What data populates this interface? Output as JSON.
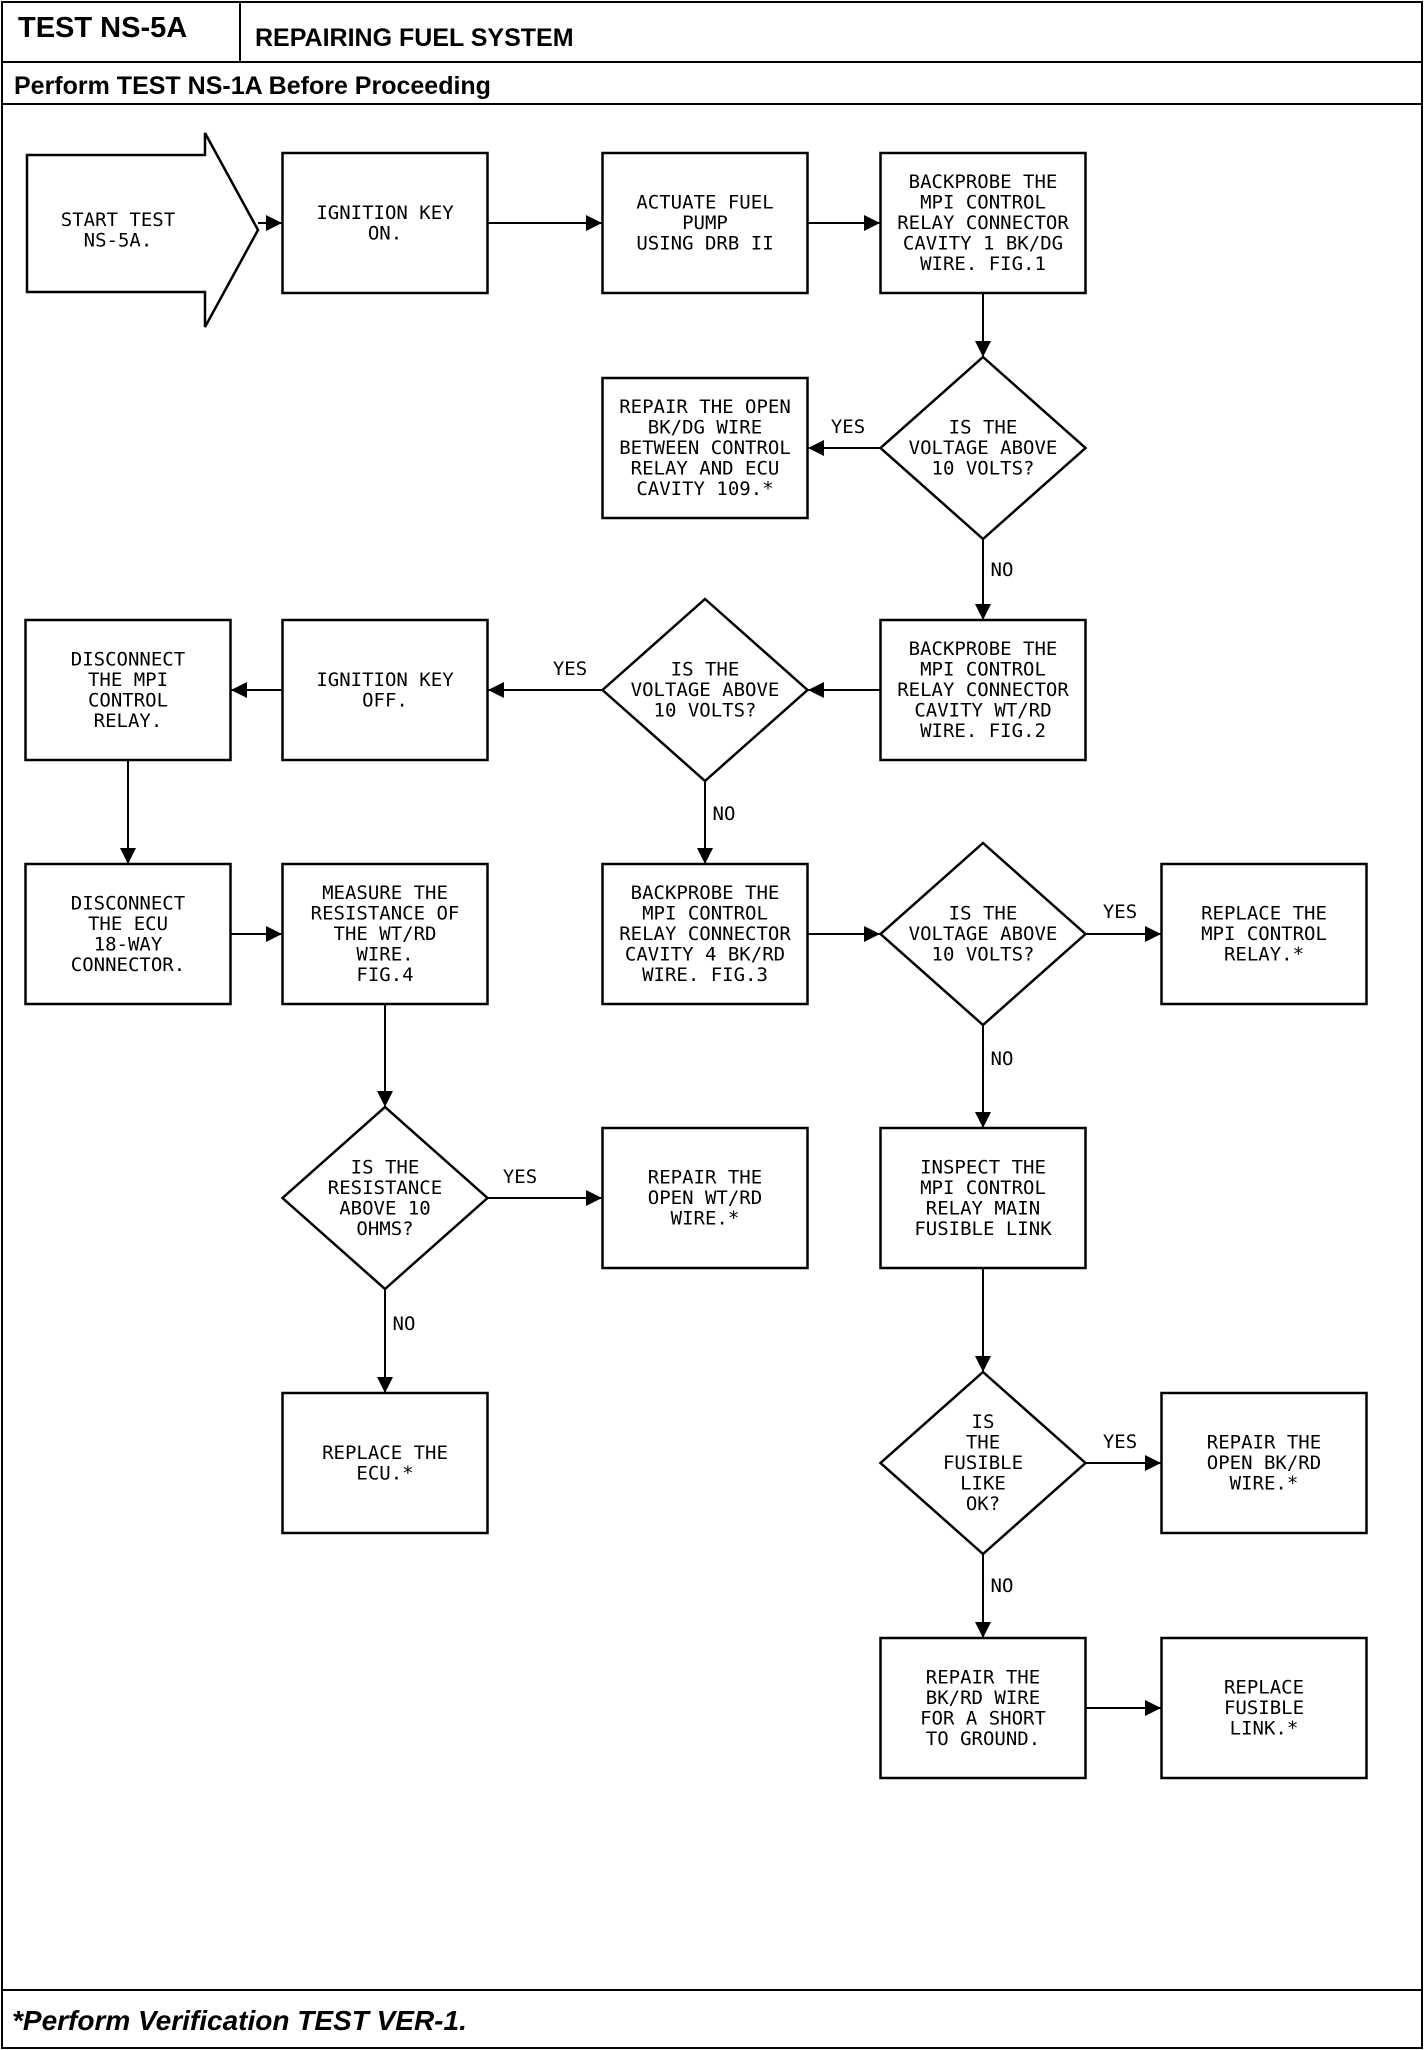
{
  "header": {
    "test_id": "TEST NS-5A",
    "title": "REPAIRING FUEL SYSTEM",
    "prerequisite": "Perform TEST NS-1A Before Proceeding"
  },
  "footer": {
    "note": "*Perform Verification TEST VER-1."
  },
  "flowchart": {
    "nodes": {
      "start": [
        "START TEST",
        "NS-5A."
      ],
      "ign_on": [
        "IGNITION KEY",
        "ON."
      ],
      "actuate": [
        "ACTUATE FUEL",
        "PUMP",
        "USING DRB II"
      ],
      "bp1": [
        "BACKPROBE THE",
        "MPI CONTROL",
        "RELAY CONNECTOR",
        "CAVITY 1 BK/DG",
        "WIRE. FIG.1"
      ],
      "d1": [
        "IS THE",
        "VOLTAGE ABOVE",
        "10 VOLTS?"
      ],
      "repair_bkdg": [
        "REPAIR THE OPEN",
        "BK/DG WIRE",
        "BETWEEN CONTROL",
        "RELAY AND ECU",
        "CAVITY 109.*"
      ],
      "bp2": [
        "BACKPROBE THE",
        "MPI CONTROL",
        "RELAY CONNECTOR",
        "CAVITY WT/RD",
        "WIRE. FIG.2"
      ],
      "d2": [
        "IS THE",
        "VOLTAGE ABOVE",
        "10 VOLTS?"
      ],
      "ign_off": [
        "IGNITION KEY",
        "OFF."
      ],
      "disc_relay": [
        "DISCONNECT",
        "THE MPI",
        "CONTROL",
        "RELAY."
      ],
      "disc_ecu": [
        "DISCONNECT",
        "THE ECU",
        "18-WAY",
        "CONNECTOR."
      ],
      "measure": [
        "MEASURE THE",
        "RESISTANCE OF",
        "THE WT/RD",
        "WIRE.",
        "FIG.4"
      ],
      "bp3": [
        "BACKPROBE THE",
        "MPI CONTROL",
        "RELAY CONNECTOR",
        "CAVITY 4 BK/RD",
        "WIRE. FIG.3"
      ],
      "d3": [
        "IS THE",
        "VOLTAGE ABOVE",
        "10 VOLTS?"
      ],
      "replace_relay": [
        "REPLACE THE",
        "MPI CONTROL",
        "RELAY.*"
      ],
      "d4": [
        "IS THE",
        "RESISTANCE",
        "ABOVE 10",
        "OHMS?"
      ],
      "repair_wtrd": [
        "REPAIR THE",
        "OPEN WT/RD",
        "WIRE.*"
      ],
      "inspect": [
        "INSPECT THE",
        "MPI CONTROL",
        "RELAY MAIN",
        "FUSIBLE LINK"
      ],
      "replace_ecu": [
        "REPLACE THE",
        "ECU.*"
      ],
      "d5": [
        "IS",
        "THE",
        "FUSIBLE",
        "LIKE",
        "OK?"
      ],
      "repair_bkrd": [
        "REPAIR THE",
        "OPEN BK/RD",
        "WIRE.*"
      ],
      "repair_short": [
        "REPAIR THE",
        "BK/RD WIRE",
        "FOR A SHORT",
        "TO GROUND."
      ],
      "replace_link": [
        "REPLACE",
        "FUSIBLE",
        "LINK.*"
      ]
    },
    "labels": {
      "yes": "YES",
      "no": "NO"
    }
  }
}
